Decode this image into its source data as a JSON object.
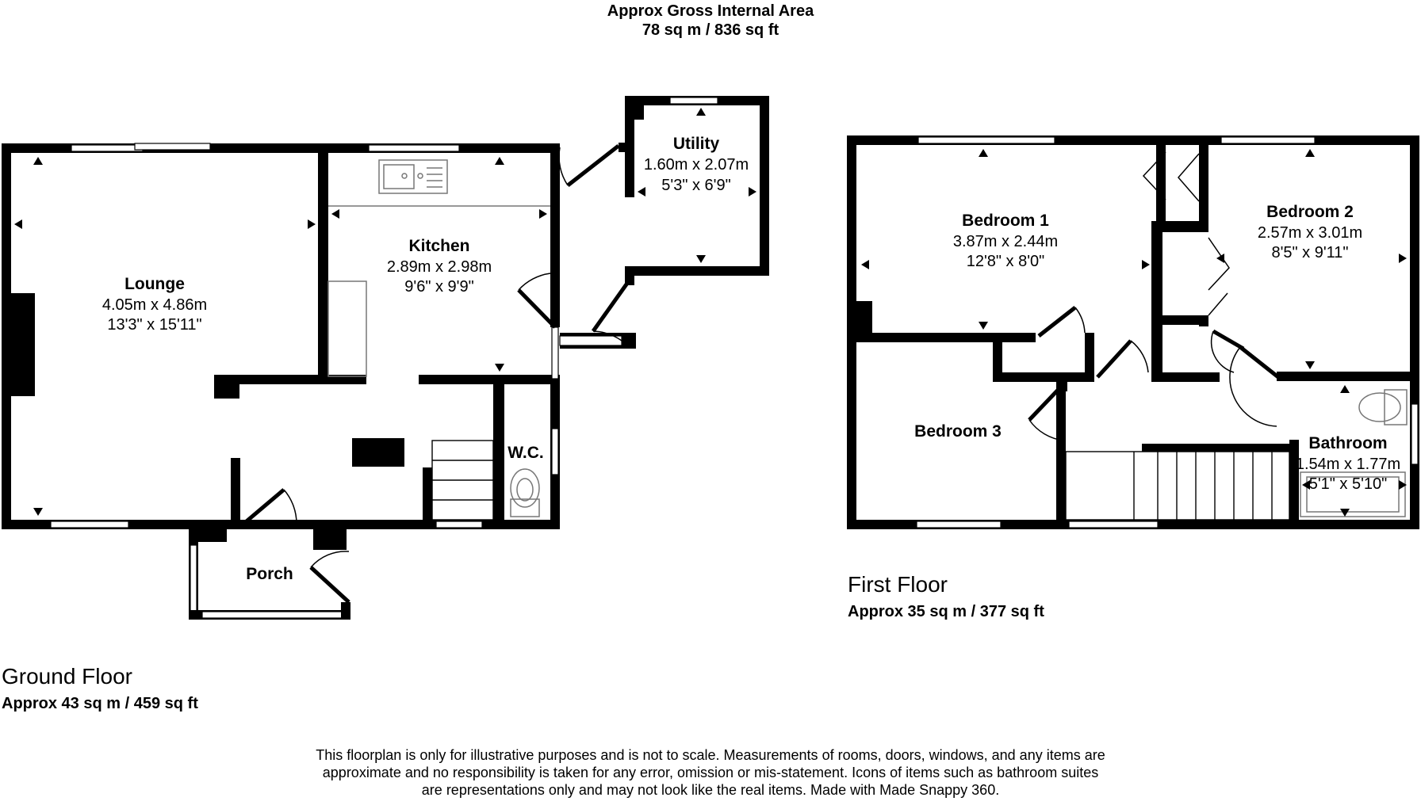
{
  "header": {
    "line1": "Approx Gross Internal Area",
    "line2": "78 sq m / 836 sq ft"
  },
  "ground_floor": {
    "title": "Ground Floor",
    "area": "Approx 43 sq m / 459 sq ft",
    "rooms": {
      "lounge": {
        "name": "Lounge",
        "metric": "4.05m x 4.86m",
        "imperial": "13'3\" x 15'11\""
      },
      "kitchen": {
        "name": "Kitchen",
        "metric": "2.89m x 2.98m",
        "imperial": "9'6\" x 9'9\""
      },
      "utility": {
        "name": "Utility",
        "metric": "1.60m x 2.07m",
        "imperial": "5'3\" x 6'9\""
      },
      "wc": {
        "name": "W.C."
      },
      "porch": {
        "name": "Porch"
      }
    }
  },
  "first_floor": {
    "title": "First Floor",
    "area": "Approx 35 sq m / 377 sq ft",
    "rooms": {
      "bedroom1": {
        "name": "Bedroom 1",
        "metric": "3.87m x 2.44m",
        "imperial": "12'8\" x 8'0\""
      },
      "bedroom2": {
        "name": "Bedroom 2",
        "metric": "2.57m x 3.01m",
        "imperial": "8'5\" x 9'11\""
      },
      "bedroom3": {
        "name": "Bedroom 3"
      },
      "bathroom": {
        "name": "Bathroom",
        "metric": "1.54m x 1.77m",
        "imperial": "5'1\" x 5'10\""
      }
    }
  },
  "disclaimer": {
    "line1": "This floorplan is only for illustrative purposes and is not to scale. Measurements of rooms, doors, windows, and any items are",
    "line2": "approximate and no responsibility is taken for any error, omission or mis-statement. Icons of items such as bathroom suites",
    "line3": "are representations only and may not look like the real items. Made with Made Snappy 360."
  }
}
